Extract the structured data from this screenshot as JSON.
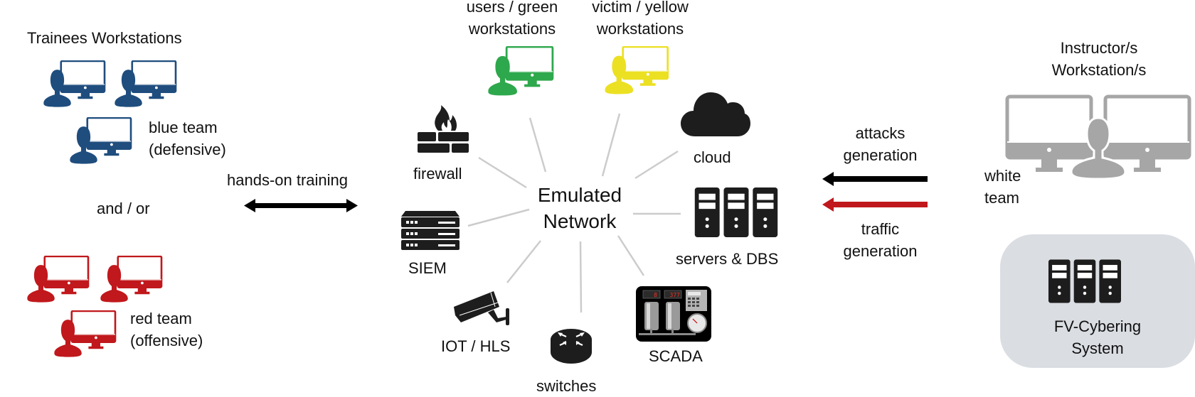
{
  "colors": {
    "blue_team": "#1f4d7e",
    "red_team": "#c0181c",
    "green_users": "#2ea84c",
    "yellow_victim": "#ece023",
    "instructor": "#a6a6a6",
    "device": "#1d1d1d",
    "spoke": "#cccccc",
    "attack_arrow": "#000000",
    "traffic_arrow": "#c0181c",
    "fv_box": "#dadde2"
  },
  "left": {
    "title": "Trainees Workstations",
    "blue_team": {
      "line1": "blue team",
      "line2": "(defensive)"
    },
    "connector": "and / or",
    "red_team": {
      "line1": "red team",
      "line2": "(offensive)"
    }
  },
  "link": {
    "label": "hands-on training"
  },
  "center": {
    "title_line1": "Emulated",
    "title_line2": "Network",
    "nodes": {
      "green": {
        "line1": "users / green",
        "line2": "workstations"
      },
      "yellow": {
        "line1": "victim / yellow",
        "line2": "workstations"
      },
      "firewall": "firewall",
      "cloud": "cloud",
      "siem": "SIEM",
      "servers": "servers & DBS",
      "iot": "IOT / HLS",
      "switches": "switches",
      "scada": "SCADA",
      "scada_readouts": [
        "8",
        "377"
      ]
    }
  },
  "right": {
    "attacks": {
      "line1": "attacks",
      "line2": "generation"
    },
    "traffic": {
      "line1": "traffic",
      "line2": "generation"
    },
    "instructor": {
      "line1": "Instructor/s",
      "line2": "Workstation/s"
    },
    "white_team": {
      "line1": "white",
      "line2": "team"
    },
    "system": {
      "line1": "FV-Cybering",
      "line2": "System"
    }
  }
}
